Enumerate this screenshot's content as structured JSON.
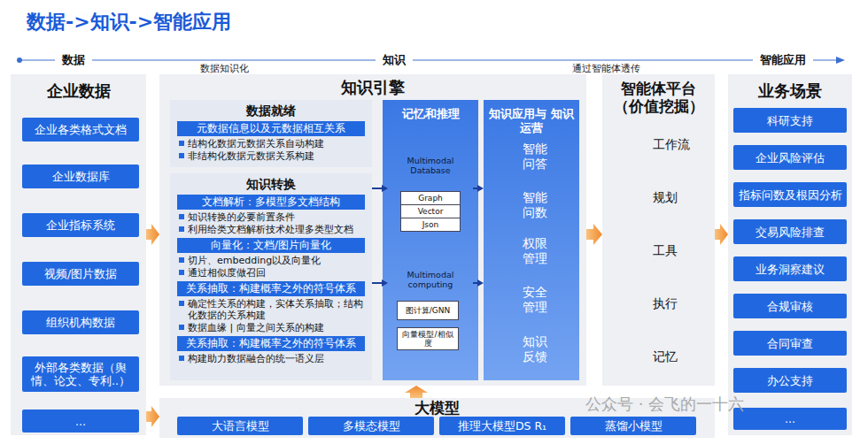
{
  "diagram": {
    "title": "数据->知识->智能应用",
    "nodes": [
      {
        "text": [
          "企业数据"
        ]
      },
      {
        "text": [
          "企业各类格式文档"
        ],
        "in": 0
      },
      {
        "text": [
          "企业数据库"
        ],
        "in": 0
      },
      {
        "text": [
          "企业指标系统"
        ],
        "in": 0
      },
      {
        "text": [
          "视频/图片数据"
        ],
        "in": 0
      },
      {
        "text": [
          "组织机构数据"
        ],
        "in": 0
      },
      {
        "text": [
          "外部各类数据（舆情、论文、专利..）"
        ],
        "in": 0
      },
      {
        "text": [
          "..."
        ],
        "in": 0
      },
      {
        "text": [
          "知识引擎"
        ]
      },
      {
        "text": [
          "数据就绪",
          "结构化数据元数据关系自动构建",
          "非结构化数据元数据关系构建"
        ],
        "in": 8
      },
      {
        "text": [
          "元数据信息以及元数据相互关系"
        ],
        "in": 9
      },
      {
        "text": [
          "知识转换",
          "知识转换的必要前置条件",
          "利用给类文档解析技术处理多类型文档",
          "切片、embedding以及向量化",
          "通过相似度做召回",
          "确定性关系的构建，实体关系抽取；结构化数据的关系构建",
          "数据血缘 | 向量之间关系的构建",
          "构建助力数据融合的统一语义层"
        ],
        "in": 8
      },
      {
        "text": [
          "文档解析：多模型多文档结构"
        ],
        "in": 11
      },
      {
        "text": [
          "向量化：文档/图片向量化"
        ],
        "in": 11
      },
      {
        "text": [
          "关系抽取：构建概率之外的符号体系"
        ],
        "in": 11
      },
      {
        "text": [
          "关系抽取：构建概率之外的符号体系"
        ],
        "in": 11
      },
      {
        "text": [
          "记忆和推理"
        ],
        "in": 8
      },
      {
        "text": [
          "Multimodal Database"
        ],
        "in": 16
      },
      {
        "text": [
          "Graph"
        ],
        "in": 17
      },
      {
        "text": [
          "Vector"
        ],
        "in": 17
      },
      {
        "text": [
          "Json"
        ],
        "in": 17
      },
      {
        "text": [
          "Multimodal computing"
        ],
        "in": 16
      },
      {
        "text": [
          "图计算/GNN"
        ],
        "in": 21
      },
      {
        "text": [
          "向量模型/相似度"
        ],
        "in": 21
      },
      {
        "text": [
          "知识应用与 知识运营",
          "智能 问答",
          "智能 问数",
          "权限 管理",
          "安全 管理",
          "知识 反馈"
        ],
        "in": 8
      },
      {
        "text": [
          "智能体平台 （价值挖掘）",
          "工作流",
          "规划",
          "工具",
          "执行",
          "记忆"
        ]
      },
      {
        "text": [
          "业务场景"
        ]
      },
      {
        "text": [
          "科研支持"
        ],
        "in": 26
      },
      {
        "text": [
          "企业风险评估"
        ],
        "in": 26
      },
      {
        "text": [
          "指标问数及根因分析"
        ],
        "in": 26
      },
      {
        "text": [
          "交易风险排查"
        ],
        "in": 26
      },
      {
        "text": [
          "业务洞察建议"
        ],
        "in": 26
      },
      {
        "text": [
          "合规审核"
        ],
        "in": 26
      },
      {
        "text": [
          "合同审查"
        ],
        "in": 26
      },
      {
        "text": [
          "办公支持"
        ],
        "in": 26
      },
      {
        "text": [
          "..."
        ],
        "in": 26
      },
      {
        "text": [
          "大模型"
        ]
      },
      {
        "text": [
          "大语言模型"
        ],
        "in": 36
      },
      {
        "text": [
          "多模态模型"
        ],
        "in": 36
      },
      {
        "text": [
          "推理大模型DS R₁"
        ],
        "in": 36
      },
      {
        "text": [
          "蒸馏小模型"
        ],
        "in": 36
      }
    ],
    "edges": [
      {
        "from": 0,
        "to": 8,
        "arrow": "to"
      },
      {
        "from": 8,
        "to": 25,
        "arrow": "to"
      },
      {
        "from": 25,
        "to": 26,
        "arrow": "to"
      },
      {
        "from": 36,
        "to": 8,
        "arrow": "to"
      },
      {
        "from": 0,
        "to": 36,
        "arrow": "to"
      },
      {
        "from": 11,
        "to": 17,
        "arrow": "to"
      },
      {
        "from": 11,
        "to": 21,
        "arrow": "to"
      },
      {
        "from": 17,
        "to": 24,
        "arrow": "to"
      },
      {
        "from": 21,
        "to": 24,
        "arrow": "to"
      }
    ],
    "labels": [
      "数据",
      "数据知识化",
      "知识",
      "通过智能体透传",
      "智能应用",
      "公众号 · 会飞的一十六"
    ]
  }
}
